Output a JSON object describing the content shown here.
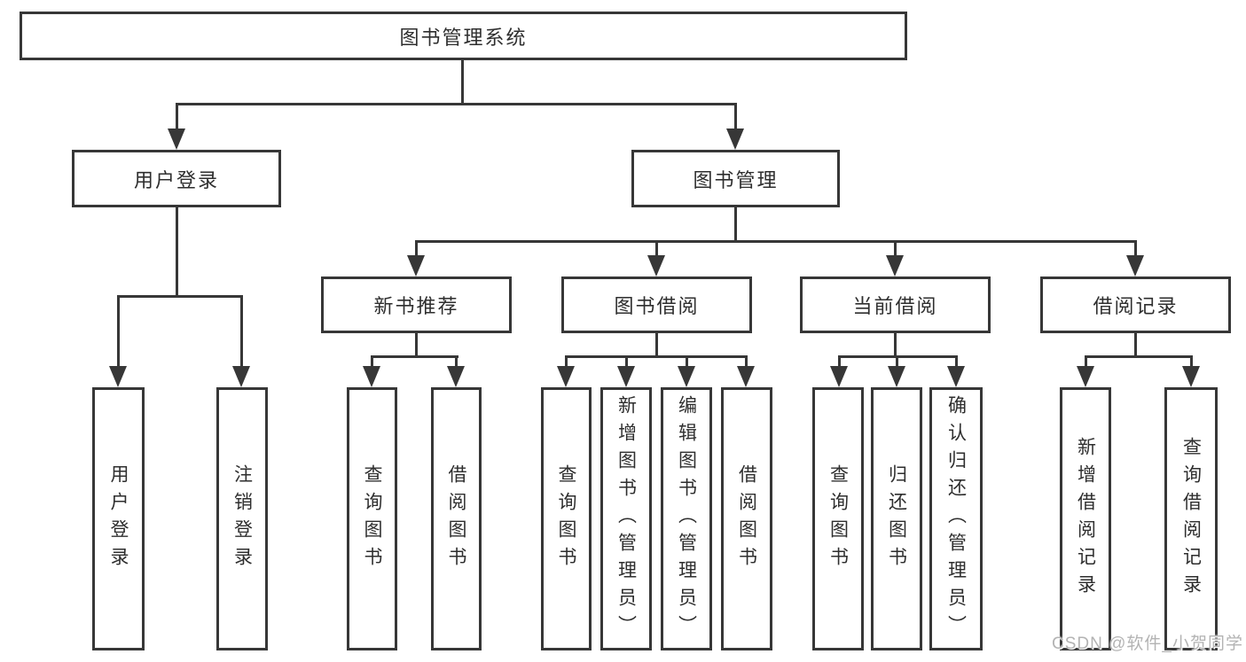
{
  "diagram": {
    "root": {
      "label": "图书管理系统"
    },
    "level2": [
      {
        "label": "用户登录"
      },
      {
        "label": "图书管理"
      }
    ],
    "level3": [
      {
        "label": "新书推荐"
      },
      {
        "label": "图书借阅"
      },
      {
        "label": "当前借阅"
      },
      {
        "label": "借阅记录"
      }
    ],
    "leaves": {
      "user_login": [
        {
          "label": "用户登录"
        },
        {
          "label": "注销登录"
        }
      ],
      "new_book_recommend": [
        {
          "label": "查询图书"
        },
        {
          "label": "借阅图书"
        }
      ],
      "book_borrow": [
        {
          "label": "查询图书"
        },
        {
          "label": "新增图书（管理员）"
        },
        {
          "label": "编辑图书（管理员）"
        },
        {
          "label": "借阅图书"
        }
      ],
      "current_borrow": [
        {
          "label": "查询图书"
        },
        {
          "label": "归还图书"
        },
        {
          "label": "确认归还（管理员）"
        }
      ],
      "borrow_record": [
        {
          "label": "新增借阅记录"
        },
        {
          "label": "查询借阅记录"
        }
      ]
    },
    "watermark": "CSDN @软件_小贺同学",
    "colors": {
      "line": "#373737",
      "text": "#2e2e2e",
      "watermark": "#b3b3b3",
      "background": "#ffffff"
    }
  }
}
